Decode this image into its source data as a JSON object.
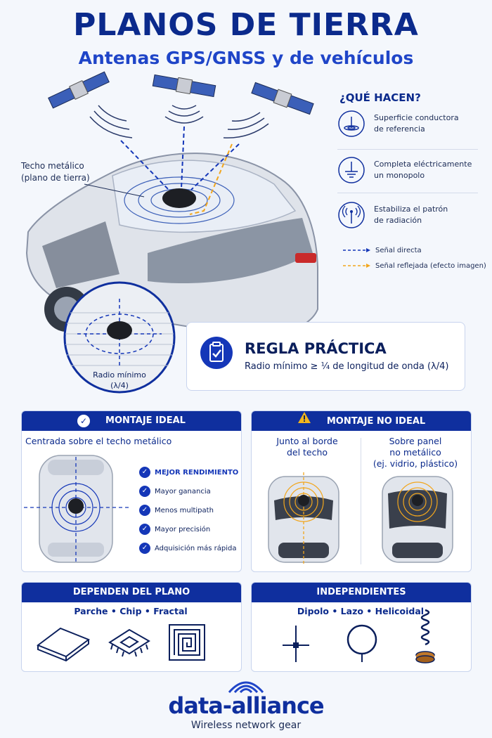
{
  "header": {
    "title": "PLANOS DE TIERRA",
    "subtitle": "Antenas GPS/GNSS y de vehículos"
  },
  "hero": {
    "roof_label_line1": "Techo metálico",
    "roof_label_line2": "(plano de tierra)",
    "radius_label_line1": "Radio mínimo",
    "radius_label_line2": "(λ/4)"
  },
  "what": {
    "title": "¿QUÉ HACEN?",
    "items": [
      {
        "icon": "ground-ring-icon",
        "line1": "Superficie conductora",
        "line2": "de referencia"
      },
      {
        "icon": "ground-symbol-icon",
        "line1": "Completa eléctricamente",
        "line2": "un monopolo"
      },
      {
        "icon": "radiation-antenna-icon",
        "line1": "Estabiliza el patrón",
        "line2": "de radiación"
      }
    ],
    "legend": {
      "direct": "Señal directa",
      "reflected": "Señal reflejada (efecto imagen)"
    }
  },
  "rule": {
    "icon": "clipboard-check-icon",
    "title": "REGLA PRÁCTICA",
    "text": "Radio mínimo ≥ ¼ de longitud de onda (λ/4)"
  },
  "ideal": {
    "title": "MONTAJE IDEAL",
    "subtitle": "Centrada sobre el techo metálico",
    "bullets": [
      "MEJOR RENDIMIENTO",
      "Mayor ganancia",
      "Menos multipath",
      "Mayor precisión",
      "Adquisición más rápida"
    ]
  },
  "not_ideal": {
    "title": "MONTAJE NO IDEAL",
    "left_line1": "Junto al borde",
    "left_line2": "del techo",
    "right_line1": "Sobre panel",
    "right_line2": "no metálico",
    "right_line3": "(ej. vidrio, plástico)"
  },
  "dependent": {
    "title": "DEPENDEN DEL PLANO",
    "list": "Parche • Chip • Fractal"
  },
  "independent": {
    "title": "INDEPENDIENTES",
    "list": "Dipolo • Lazo • Helicoidal"
  },
  "footer": {
    "brand": "data-alliance",
    "tagline": "Wireless network gear"
  },
  "colors": {
    "primary": "#0f2f9e",
    "accent": "#1f45c8",
    "direct_signal": "#1537b8",
    "reflected_signal": "#f2a61d",
    "warning": "#f2b51d"
  }
}
